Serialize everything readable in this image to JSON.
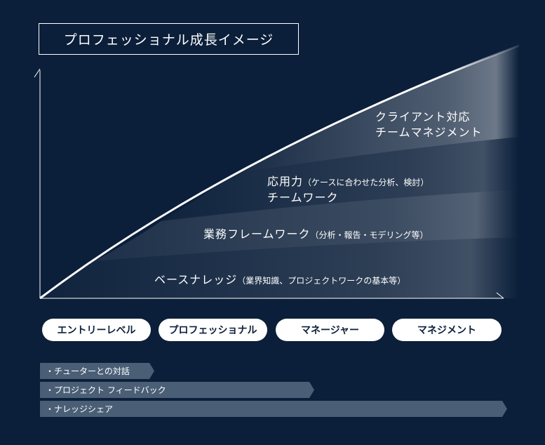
{
  "title": "プロフェッショナル成長イメージ",
  "layers": [
    {
      "main": "クライアント対応",
      "main2": "チームマネジメント",
      "sub": ""
    },
    {
      "main": "応用力",
      "sub": "（ケースに合わせた分析、検討）",
      "main2": "チームワーク"
    },
    {
      "main": "業務フレームワーク",
      "sub": "（分析・報告・モデリング等）"
    },
    {
      "main": "ベースナレッジ",
      "sub": "（業界知識、プロジェクトワークの基本等）"
    }
  ],
  "stages": [
    "エントリーレベル",
    "プロフェッショナル",
    "マネージャー",
    "マネジメント"
  ],
  "support": [
    {
      "label": "・チューターとの対話"
    },
    {
      "label": "・プロジェクト フィードバック"
    },
    {
      "label": "・ナレッジシェア"
    }
  ],
  "colors": {
    "background": "#0b1f3a",
    "curve": "#ffffff",
    "bar": "#4a5f76",
    "pill": "#ffffff"
  }
}
